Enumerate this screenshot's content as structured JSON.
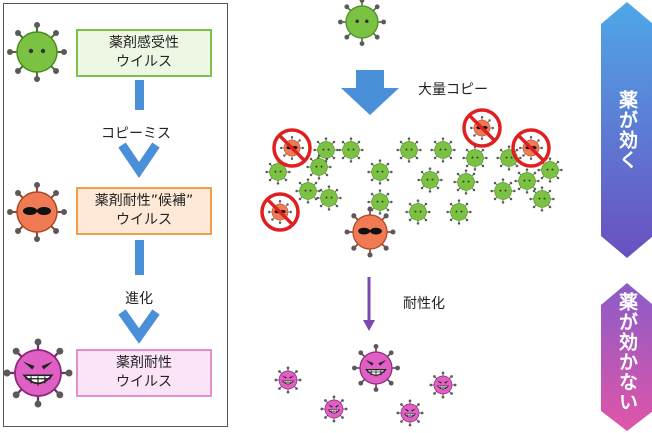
{
  "flow": {
    "step1": {
      "line1": "薬剤感受性",
      "line2": "ウイルス"
    },
    "transition1": "コピーミス",
    "step2": {
      "line1": "薬剤耐性”候補”",
      "line2": "ウイルス"
    },
    "transition2": "進化",
    "step3": {
      "line1": "薬剤耐性",
      "line2": "ウイルス"
    }
  },
  "process": {
    "copy_label": "大量コピー",
    "resistance_label": "耐性化"
  },
  "side": {
    "effective": "薬が効く",
    "not_effective": "薬が効かない"
  },
  "colors": {
    "green_virus": "#7cc242",
    "orange_virus": "#f07a54",
    "pink_virus": "#e05fc4",
    "blue_arrow": "#4a90d9",
    "purple_arrow": "#7a4ab0",
    "no_sign": "#e02020"
  }
}
